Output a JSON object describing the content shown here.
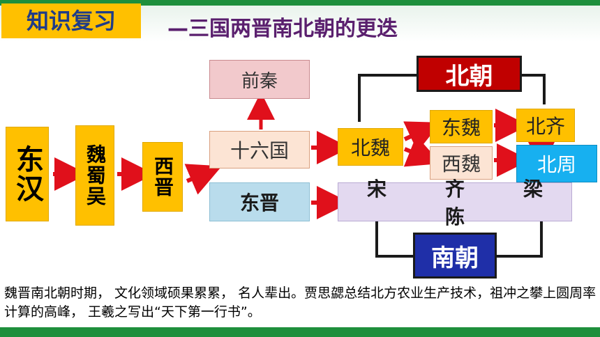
{
  "header": {
    "tag": "知识复习",
    "title": "—三国两晋南北朝的更迭"
  },
  "diagram": {
    "donghan": "东汉",
    "wei_shu_wu": "魏蜀吴",
    "xijin": "西晋",
    "qianqin": "前秦",
    "shiliuguo": "十六国",
    "dongjin": "东晋",
    "beiwei": "北魏",
    "dongwei": "东魏",
    "xiwei": "西魏",
    "beiqi": "北齐",
    "beizhou": "北周",
    "southern_dynasties": "宋　齐　梁　陈",
    "northern_label": "北朝",
    "southern_label": "南朝"
  },
  "description": "魏晋南北朝时期， 文化领域硕果累累， 名人辈出。贾思勰总结北方农业生产技术，祖冲之攀上圆周率计算的高峰， 王羲之写出“天下第一行书”。",
  "colors": {
    "arrow": "#e0101b",
    "orange": "#ffc000",
    "green": "#1e8f3c"
  }
}
